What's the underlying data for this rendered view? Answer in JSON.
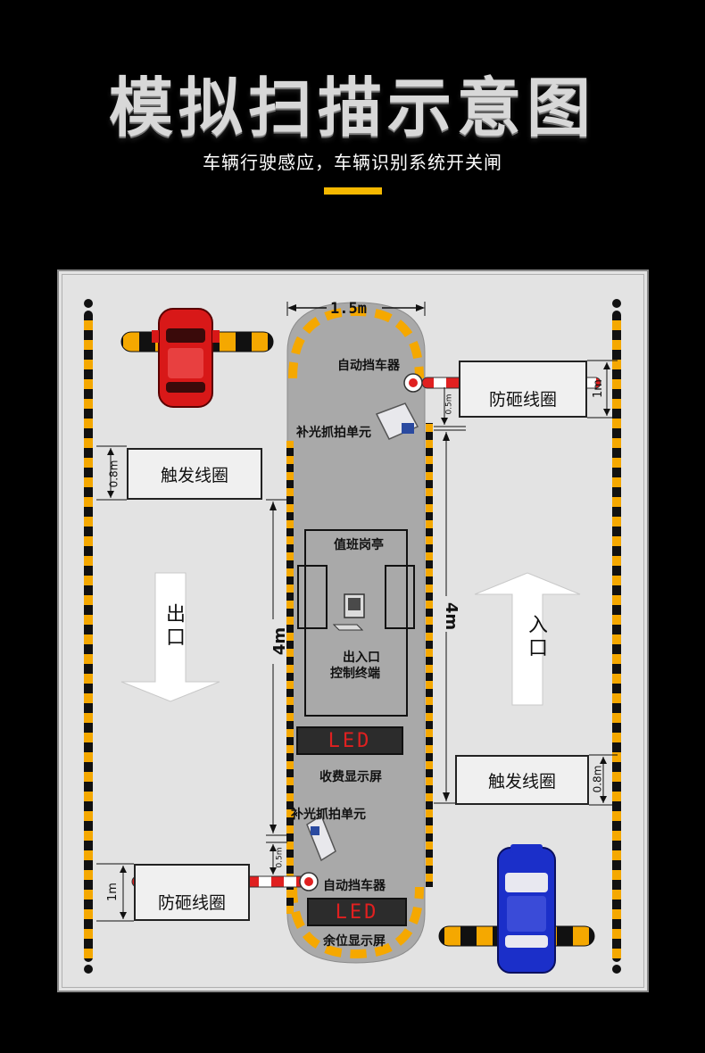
{
  "header": {
    "title": "模拟扫描示意图",
    "subtitle": "车辆行驶感应，车辆识别系统开关闸"
  },
  "diagram": {
    "island_width": "1.5m",
    "labels": {
      "barrier_top": "自动挡车器",
      "camera_top": "补光抓拍单元",
      "booth": "值班岗亭",
      "terminal_line1": "出入口",
      "terminal_line2": "控制终端",
      "fee_display": "收费显示屏",
      "camera_bottom": "补光抓拍单元",
      "barrier_bottom": "自动挡车器",
      "space_display": "余位显示屏"
    },
    "led_text": "LED",
    "exit_lane": {
      "arrow_text": "出口",
      "trigger_loop": "触发线圈",
      "trigger_dim": "0.8m",
      "antismash_loop": "防砸线圈",
      "antismash_dim": "1m",
      "length_dim": "4m",
      "camera_gap": "0.5m"
    },
    "entry_lane": {
      "arrow_text": "入口",
      "trigger_loop": "触发线圈",
      "trigger_dim": "0.8m",
      "antismash_loop": "防砸线圈",
      "antismash_dim": "1m",
      "length_dim": "4m",
      "camera_gap": "0.5m"
    },
    "colors": {
      "lane_dash_yellow": "#f5a800",
      "lane_dash_black": "#111111",
      "island_gray": "#a9a9a9",
      "car_top": "#d81818",
      "car_bottom": "#1b2fc9",
      "barrier_red": "#e02020",
      "led_red": "#e02020"
    }
  }
}
